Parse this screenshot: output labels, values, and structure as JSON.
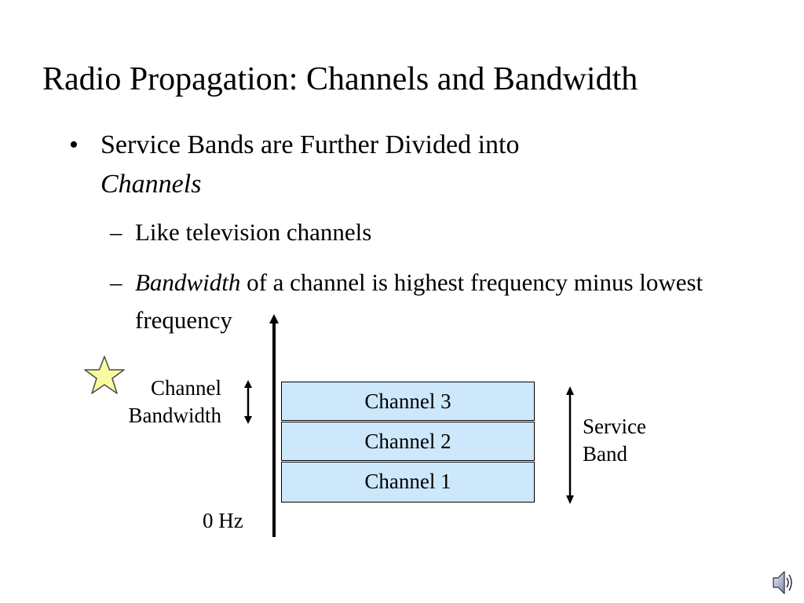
{
  "slide": {
    "title": "Radio Propagation: Channels and Bandwidth",
    "bullet": {
      "marker": "•",
      "text_prefix": "Service Bands are Further Divided into",
      "text_emph": "Channels"
    },
    "sub_bullets": [
      {
        "marker": "–",
        "text": "Like television channels"
      },
      {
        "marker": "–",
        "text_emph": "Bandwidth",
        "text_rest": " of a channel is highest frequency minus lowest frequency"
      }
    ]
  },
  "diagram": {
    "axis_origin_label": "0 Hz",
    "channels": [
      "Channel 3",
      "Channel 2",
      "Channel 1"
    ],
    "channel_fill": "#cce8fa",
    "channel_bandwidth_label": [
      "Channel",
      "Bandwidth"
    ],
    "service_band_label": [
      "Service",
      "Band"
    ],
    "star_fill": "#fafaa0",
    "icons": [
      "star-icon",
      "speaker-icon"
    ]
  }
}
